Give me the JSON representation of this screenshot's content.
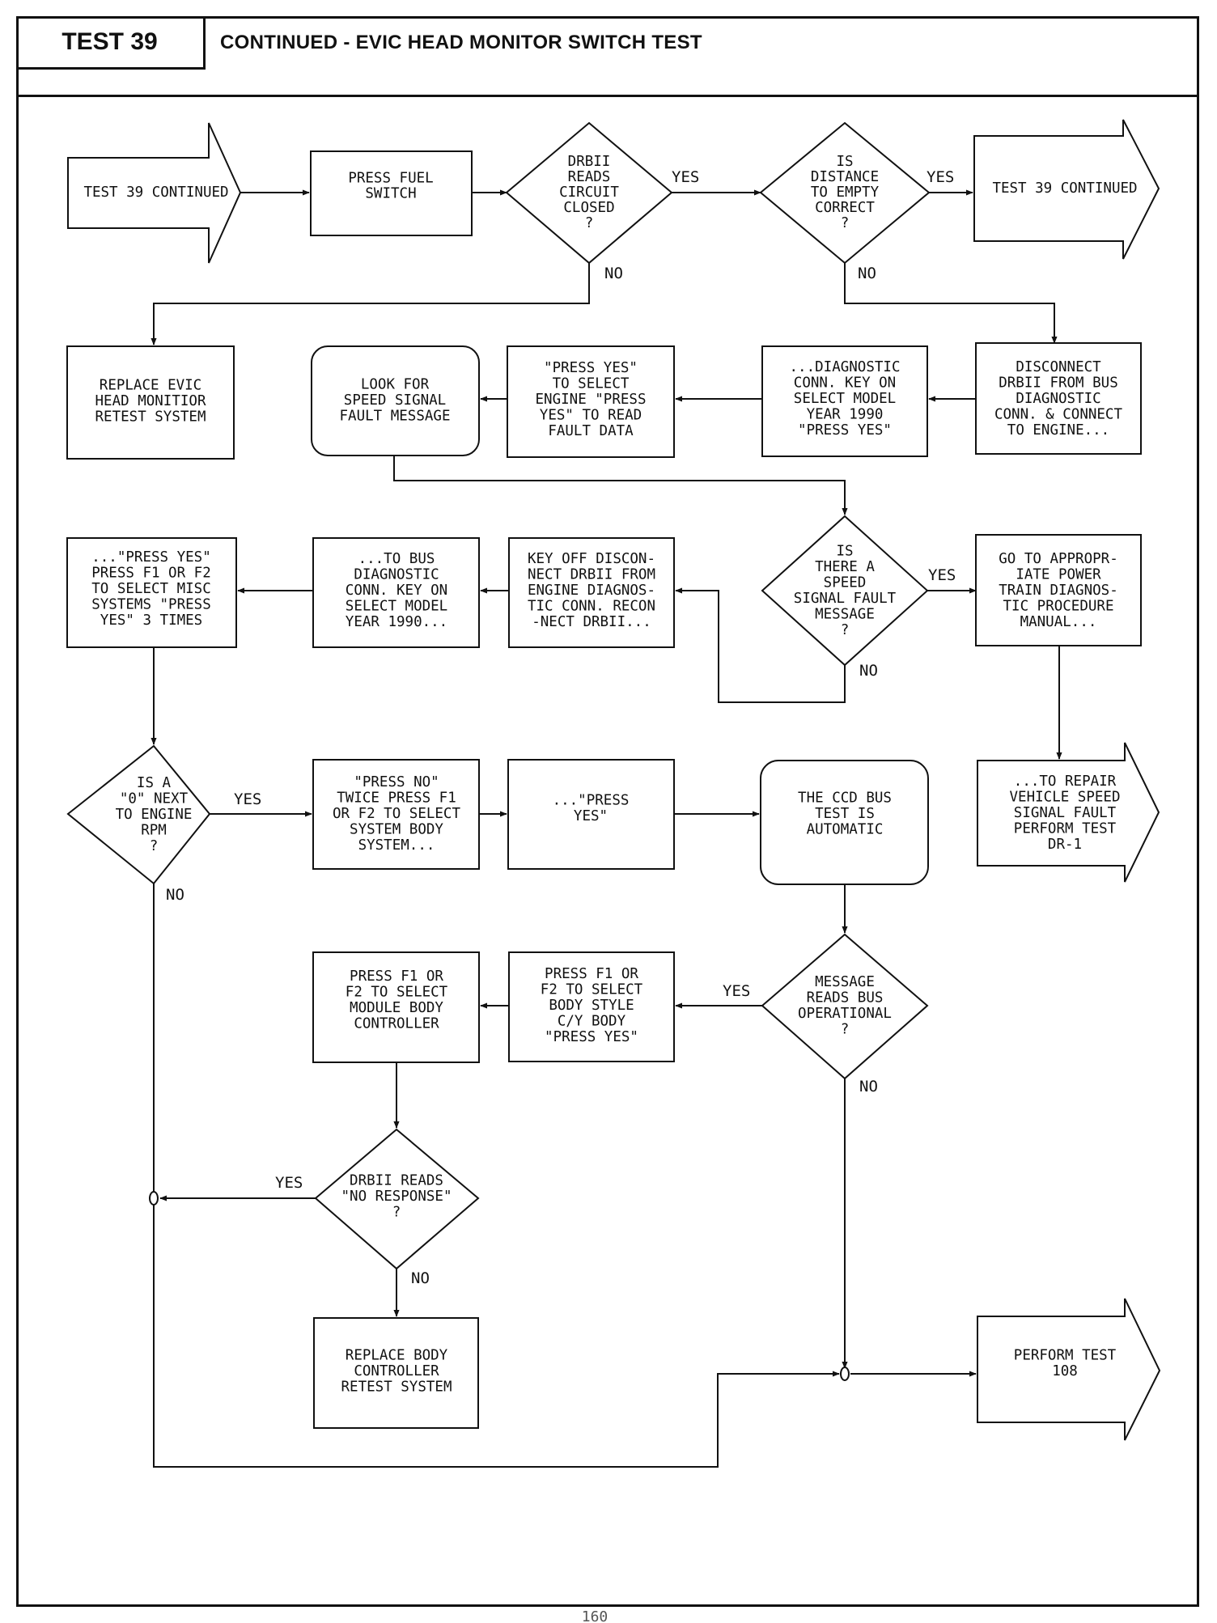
{
  "header": {
    "test_label": "TEST 39",
    "title": "CONTINUED - EVIC HEAD MONITOR SWITCH TEST"
  },
  "nodes": {
    "start": [
      "TEST 39 CONTINUED"
    ],
    "press_fuel": [
      "PRESS FUEL",
      "SWITCH"
    ],
    "d_circuit": [
      "DRBII",
      "READS",
      "CIRCUIT",
      "CLOSED",
      "?"
    ],
    "d_distance": [
      "IS",
      "DISTANCE",
      "TO EMPTY",
      "CORRECT",
      "?"
    ],
    "end_continued": [
      "TEST 39 CONTINUED"
    ],
    "replace_evic": [
      "REPLACE EVIC",
      "HEAD MONITIOR",
      "RETEST SYSTEM"
    ],
    "look_speed": [
      "LOOK FOR",
      "SPEED SIGNAL",
      "FAULT MESSAGE"
    ],
    "press_yes_engine": [
      "\"PRESS YES\"",
      "TO SELECT",
      "ENGINE \"PRESS",
      "YES\" TO READ",
      "FAULT DATA"
    ],
    "diag_key_on_1": [
      "...DIAGNOSTIC",
      "CONN. KEY ON",
      "SELECT MODEL",
      "YEAR 1990",
      "\"PRESS YES\""
    ],
    "disconnect": [
      "DISCONNECT",
      "DRBII FROM BUS",
      "DIAGNOSTIC",
      "CONN. & CONNECT",
      "TO ENGINE..."
    ],
    "misc_systems": [
      "...\"PRESS YES\"",
      "PRESS F1 OR F2",
      "TO SELECT MISC",
      "SYSTEMS \"PRESS",
      "YES\" 3 TIMES"
    ],
    "to_bus": [
      "...TO BUS",
      "DIAGNOSTIC",
      "CONN. KEY ON",
      "SELECT MODEL",
      "YEAR 1990..."
    ],
    "key_off": [
      "KEY OFF DISCON-",
      "NECT DRBII FROM",
      "ENGINE DIAGNOS-",
      "TIC CONN. RECON",
      "-NECT DRBII..."
    ],
    "d_speed": [
      "IS",
      "THERE A",
      "SPEED",
      "SIGNAL FAULT",
      "MESSAGE",
      "?"
    ],
    "powertrain": [
      "GO TO APPROPR-",
      "IATE POWER",
      "TRAIN DIAGNOS-",
      "TIC PROCEDURE",
      "MANUAL..."
    ],
    "d_zero": [
      "IS A",
      "\"0\" NEXT",
      "TO ENGINE",
      "RPM",
      "?"
    ],
    "press_no": [
      "\"PRESS NO\"",
      "TWICE PRESS F1",
      "OR F2 TO SELECT",
      "SYSTEM BODY",
      "SYSTEM..."
    ],
    "press_yes_b": [
      "...\"PRESS",
      "YES\""
    ],
    "ccd_bus": [
      "THE CCD BUS",
      "TEST IS",
      "AUTOMATIC"
    ],
    "repair_speed": [
      "...TO REPAIR",
      "VEHICLE SPEED",
      "SIGNAL FAULT",
      "PERFORM TEST",
      "DR-1"
    ],
    "module_body": [
      "PRESS F1 OR",
      "F2 TO SELECT",
      "MODULE BODY",
      "CONTROLLER"
    ],
    "body_style": [
      "PRESS F1 OR",
      "F2 TO SELECT",
      "BODY STYLE",
      "C/Y BODY",
      "\"PRESS YES\""
    ],
    "d_message": [
      "MESSAGE",
      "READS BUS",
      "OPERATIONAL",
      "?"
    ],
    "d_no_response": [
      "DRBII READS",
      "\"NO RESPONSE\"",
      "?"
    ],
    "replace_body": [
      "REPLACE BODY",
      "CONTROLLER",
      "RETEST SYSTEM"
    ],
    "perform_108": [
      "PERFORM TEST",
      "108"
    ]
  },
  "labels": {
    "yes": "YES",
    "no": "NO"
  },
  "footer": {
    "page_number": "160"
  }
}
